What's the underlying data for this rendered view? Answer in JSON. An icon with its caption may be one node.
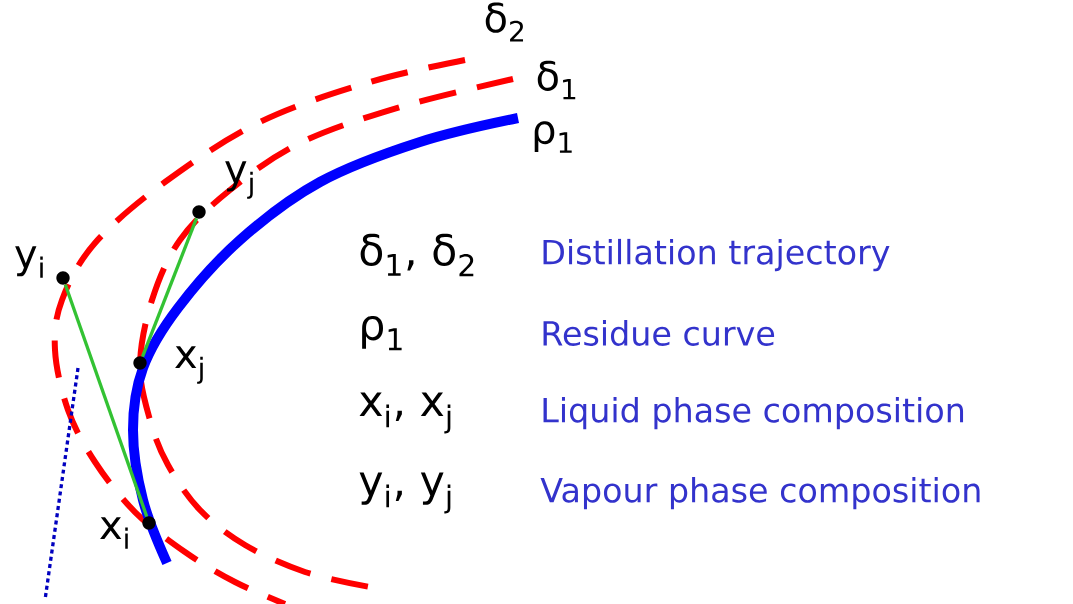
{
  "diagram": {
    "nodes": [
      {
        "text": [
          "y$_{i}$"
        ]
      },
      {
        "text": [
          "y$_{j}$"
        ]
      },
      {
        "text": [
          "x$_{j}$"
        ]
      },
      {
        "text": [
          "x$_{i}$"
        ]
      }
    ],
    "edges": [
      {
        "from": 0,
        "to": 3,
        "arrow": "none"
      },
      {
        "from": 1,
        "to": 2,
        "arrow": "none"
      }
    ],
    "labels": [
      "δ$_{2}$",
      "δ$_{1}$",
      "ρ$_{1}$",
      "δ$_{1}$, δ$_{2}$",
      "Distillation trajectory",
      "ρ$_{1}$",
      "Residue curve",
      "x$_{i}$, x$_{j}$",
      "Liquid phase composition",
      "y$_{i}$, y$_{j}$",
      "Vapour phase composition"
    ]
  }
}
